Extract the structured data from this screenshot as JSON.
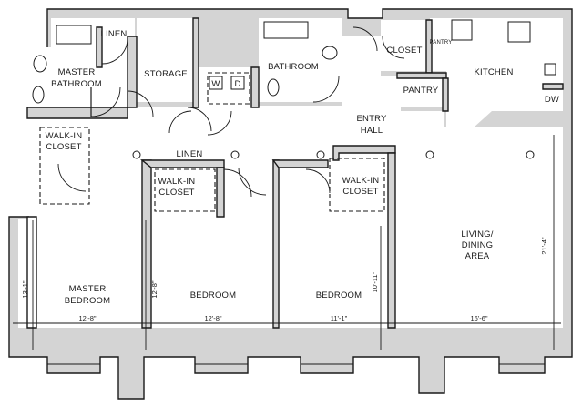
{
  "rooms": {
    "linen_top": "LINEN",
    "master_bathroom_1": "MASTER",
    "master_bathroom_2": "BATHROOM",
    "storage": "STORAGE",
    "washer": "W",
    "dryer": "D",
    "bathroom": "BATHROOM",
    "closet": "CLOSET",
    "pantry_small": "PANTRY",
    "pantry": "PANTRY",
    "kitchen": "KITCHEN",
    "dishwasher": "DW",
    "entry_1": "ENTRY",
    "entry_2": "HALL",
    "linen_mid": "LINEN",
    "walkin_master_1": "WALK-IN",
    "walkin_master_2": "CLOSET",
    "walkin_bed_1": "WALK-IN",
    "walkin_bed_2": "CLOSET",
    "walkin_right_1": "WALK-IN",
    "walkin_right_2": "CLOSET",
    "living_1": "LIVING/",
    "living_2": "DINING",
    "living_3": "AREA",
    "master_bedroom_1": "MASTER",
    "master_bedroom_2": "BEDROOM",
    "bedroom_2": "BEDROOM",
    "bedroom_3": "BEDROOM"
  },
  "dimensions": {
    "master_width": "12'-8\"",
    "master_depth": "13'-1\"",
    "bedroom2_width": "12'-8\"",
    "bedroom2_depth": "12'-8\"",
    "bedroom3_width": "11'-1\"",
    "bedroom3_depth": "10'-11\"",
    "living_width": "16'-6\"",
    "living_depth": "21'-4\""
  }
}
